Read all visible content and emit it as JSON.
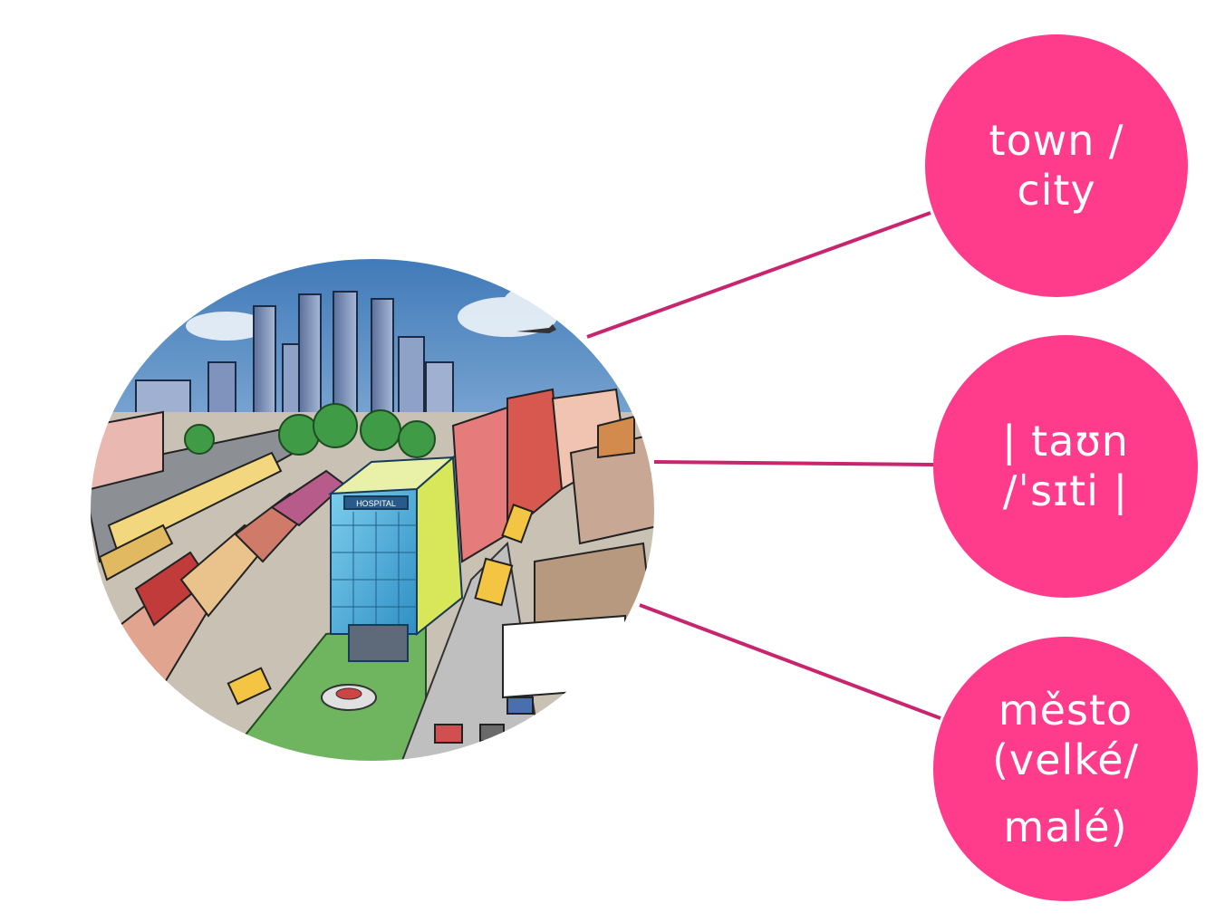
{
  "illustration": {
    "icon": "city-street-illustration",
    "sign_text": "HOSPITAL"
  },
  "colors": {
    "bubble": "#ff3c8c",
    "connector": "#c8256f",
    "bubble_text": "#ffffff"
  },
  "bubbles": [
    {
      "lines": [
        "town /",
        "city"
      ]
    },
    {
      "lines": [
        "| taʊn",
        "/ˈsɪti |"
      ]
    },
    {
      "lines": [
        "město",
        "(velké/",
        "malé)"
      ]
    }
  ]
}
